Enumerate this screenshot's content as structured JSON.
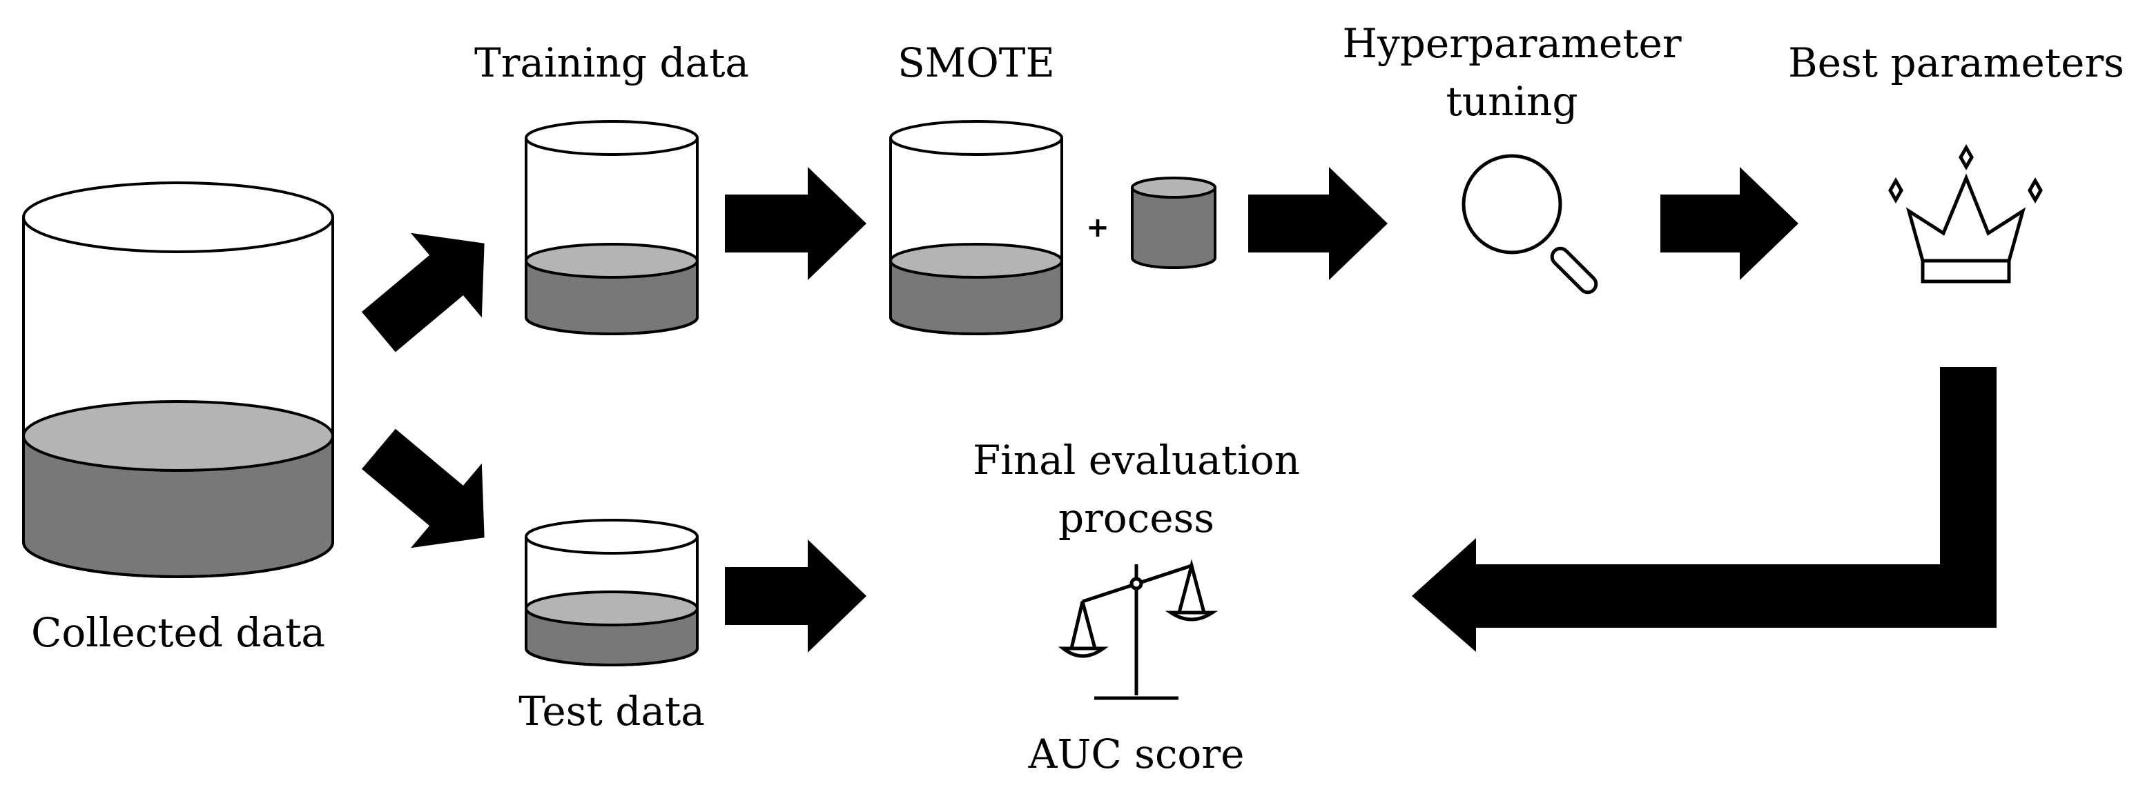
{
  "labels": {
    "collected_data": "Collected data",
    "training_data": "Training data",
    "test_data": "Test data",
    "smote": "SMOTE",
    "plus": "+",
    "hyperparameter_line1": "Hyperparameter",
    "hyperparameter_line2": "tuning",
    "best_parameters": "Best parameters",
    "final_eval_line1": "Final evaluation",
    "final_eval_line2": "process",
    "auc_score": "AUC score"
  },
  "colors": {
    "liquid_top": "#b4b4b4",
    "liquid_body": "#787878",
    "outline": "#000000",
    "arrow": "#000000",
    "background": "#ffffff"
  },
  "icons": {
    "tuning": "magnifier-icon",
    "best": "crown-icon",
    "evaluation": "balance-scale-icon"
  }
}
